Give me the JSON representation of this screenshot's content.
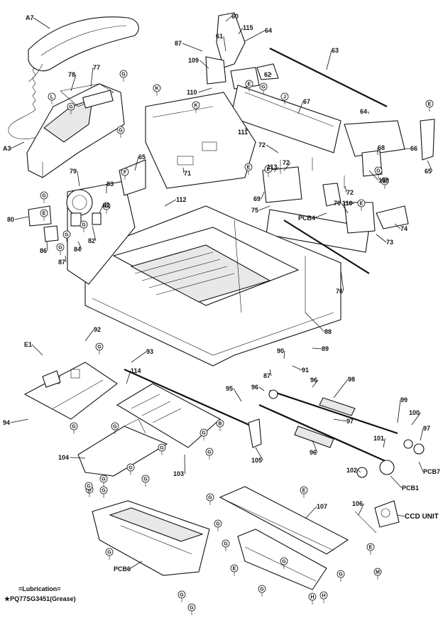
{
  "parts": [
    "A7",
    "A3",
    "78",
    "77",
    "60",
    "115",
    "64",
    "87",
    "61",
    "63",
    "109",
    "62",
    "110",
    "111",
    "67",
    "64",
    "65",
    "66",
    "68",
    "108",
    "71",
    "72",
    "113",
    "72",
    "72",
    "110",
    "69",
    "75",
    "70",
    "PCB4",
    "74",
    "73",
    "76",
    "65",
    "112",
    "79",
    "83",
    "81",
    "80",
    "86",
    "82",
    "84",
    "87",
    "88",
    "92",
    "89",
    "E1",
    "90",
    "91",
    "93",
    "87",
    "114",
    "96",
    "98",
    "95",
    "96",
    "99",
    "100",
    "97",
    "97",
    "96",
    "101",
    "102",
    "PCB7",
    "PCB1",
    "94",
    "103",
    "105",
    "104",
    "106",
    "CCD UNIT",
    "107",
    "PCB6"
  ],
  "screws": [
    "G",
    "L",
    "G",
    "G",
    "G",
    "K",
    "K",
    "E",
    "J",
    "E",
    "G",
    "E",
    "F",
    "G",
    "E",
    "E",
    "G",
    "E",
    "G",
    "G",
    "G",
    "E",
    "G",
    "B",
    "H",
    "E",
    "M",
    "G",
    "G",
    "G",
    "G",
    "G",
    "G",
    "G",
    "G",
    "G",
    "G",
    "G",
    "G",
    "G",
    "G",
    "G",
    "G",
    "G",
    "E",
    "H",
    "G",
    "E",
    "G",
    "G"
  ],
  "lubrication": {
    "title": "=Lubrication=",
    "item": "PQ77SG3451(Grease)"
  }
}
